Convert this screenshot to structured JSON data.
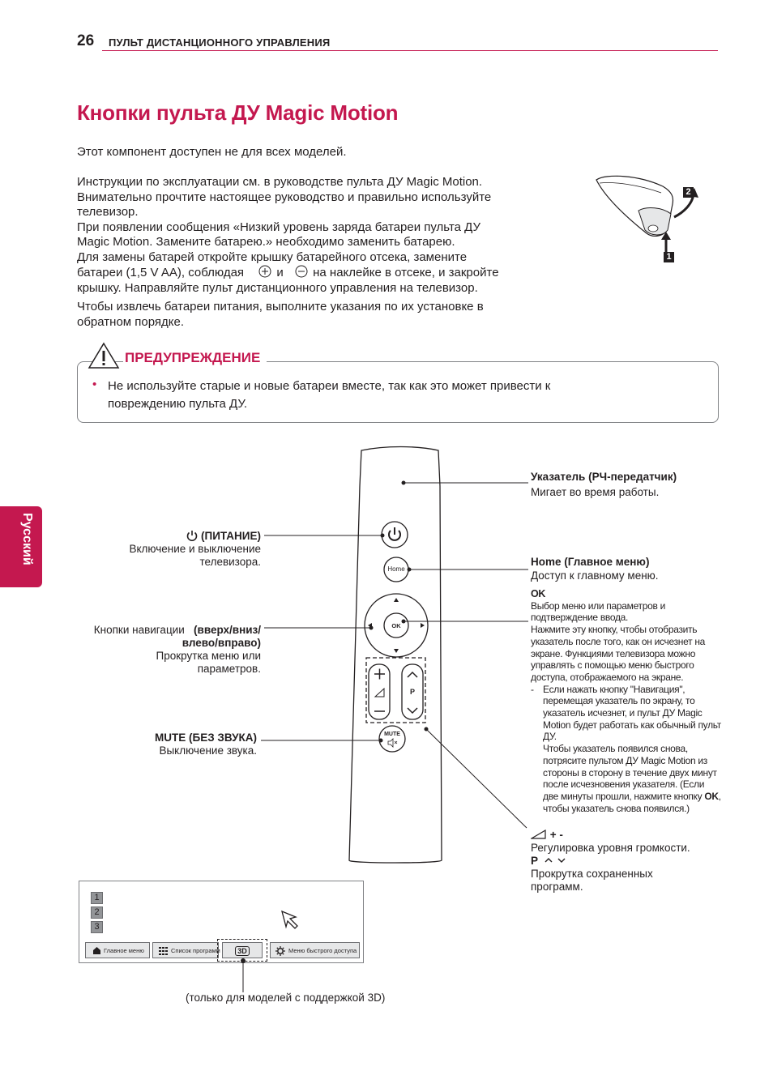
{
  "header": {
    "page_number": "26",
    "section_title": "ПУЛЬТ ДИСТАНЦИОННОГО УПРАВЛЕНИЯ"
  },
  "title": "Кнопки пульта ДУ Magic Motion",
  "paragraphs": {
    "p1": "Этот компонент доступен не для всех моделей.",
    "p2_l1": "Инструкции по эксплуатации см. в руководстве пульта ДУ Magic Motion.",
    "p2_l2": "Внимательно прочтите настоящее руководство и правильно используйте",
    "p2_l3": "телевизор.",
    "p2_l4": "При появлении сообщения «Низкий уровень заряда батареи пульта ДУ",
    "p2_l5": "Magic Motion. Замените батарею.» необходимо заменить батарею.",
    "p2_l6": "Для замены батарей откройте крышку батарейного отсека, замените",
    "p2_l7a": "батареи (1,5 V AA), соблюдая",
    "p2_l7b": "и",
    "p2_l7c": "на наклейке в отсеке, и закройте",
    "p2_l8": "крышку. Направляйте пульт дистанционного управления на телевизор.",
    "p3_l1": "Чтобы извлечь батареи питания, выполните указания по их установке в",
    "p3_l2": "обратном порядке."
  },
  "battery_steps": [
    "2",
    "1"
  ],
  "warning": {
    "title": "ПРЕДУПРЕЖДЕНИЕ",
    "bullet": "•",
    "line1": "Не используйте старые и новые батареи вместе, так как это может привести к",
    "line2": "повреждению пульта ДУ."
  },
  "language_tab": "Русский",
  "remote": {
    "home_label": "Home",
    "ok_label": "OK",
    "p_label": "P",
    "mute_label": "MUTE"
  },
  "callouts": {
    "pointer_title": "Указатель (РЧ-передатчик)",
    "pointer_desc": "Мигает во время работы.",
    "power_title": "(ПИТАНИЕ)",
    "power_desc_l1": "Включение и выключение",
    "power_desc_l2": "телевизора.",
    "home_title": "Home (Главное меню)",
    "home_desc": "Доступ к главному меню.",
    "ok_title": "OK",
    "ok_lines": [
      "Выбор меню или параметров и",
      "подтверждение ввода.",
      "Нажмите эту кнопку, чтобы отобразить",
      "указатель после того, как он исчезнет на",
      "экране. Функциями телевизора можно",
      "управлять с помощью меню быстрого",
      "доступа, отображаемого на экране."
    ],
    "ok_sub_dash": "-",
    "ok_sub_lines": [
      "Если нажать кнопку \"Навигация\",",
      "перемещая указатель по экрану, то",
      "указатель исчезнет, и пульт ДУ Magic",
      "Motion будет работать как обычный пульт",
      "ДУ.",
      "Чтобы указатель появился снова,",
      "потрясите пультом ДУ Magic Motion из",
      "стороны в сторону в течение двух минут",
      "после исчезновения указателя. (Если",
      "две минуты прошли, нажмите кнопку "
    ],
    "ok_sub_ok": "OK",
    "ok_sub_comma": ",",
    "ok_sub_last": "чтобы указатель снова появился.)",
    "nav_title_a": "Кнопки навигации",
    "nav_title_b": "(вверх/вниз/",
    "nav_title_c": "влево/вправо)",
    "nav_desc_l1": "Прокрутка меню или",
    "nav_desc_l2": "параметров.",
    "mute_title": "MUTE (БЕЗ ЗВУКА)",
    "mute_desc": "Выключение звука.",
    "vol_title": "+ -",
    "vol_desc": "Регулировка уровня громкости.",
    "ch_title": "P",
    "ch_desc_l1": "Прокрутка сохраненных",
    "ch_desc_l2": "программ."
  },
  "screen": {
    "numbers": [
      "1",
      "2",
      "3"
    ],
    "buttons": [
      {
        "label": "Главное меню"
      },
      {
        "label": "Список программ"
      },
      {
        "label": "3D"
      },
      {
        "label": "Меню быстрого доступа"
      }
    ],
    "caption": "(только для моделей с поддержкой 3D)"
  },
  "colors": {
    "accent": "#c4184f",
    "text": "#231f20",
    "line": "#231f20"
  }
}
